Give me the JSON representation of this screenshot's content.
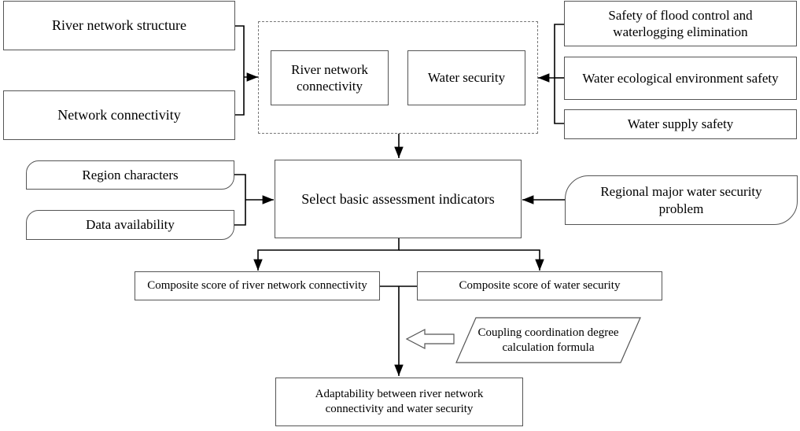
{
  "inputs_left": {
    "river_network_structure": "River network structure",
    "network_connectivity": "Network connectivity"
  },
  "center_group": {
    "river_network_connectivity": "River network connectivity",
    "water_security": "Water security"
  },
  "inputs_right": {
    "flood_control": "Safety of flood control and waterlogging elimination",
    "ecological_safety": "Water ecological environment safety",
    "water_supply": "Water supply safety"
  },
  "selection": {
    "region_characters": "Region characters",
    "data_availability": "Data availability",
    "select_indicators": "Select basic assessment indicators",
    "regional_problem": "Regional major water security problem"
  },
  "scores": {
    "connectivity_score": "Composite score of river network connectivity",
    "security_score": "Composite score of water security"
  },
  "coupling_formula": "Coupling coordination degree calculation formula",
  "result": "Adaptability between river network connectivity and water security",
  "colors": {
    "line": "#000000",
    "border": "#555555"
  }
}
